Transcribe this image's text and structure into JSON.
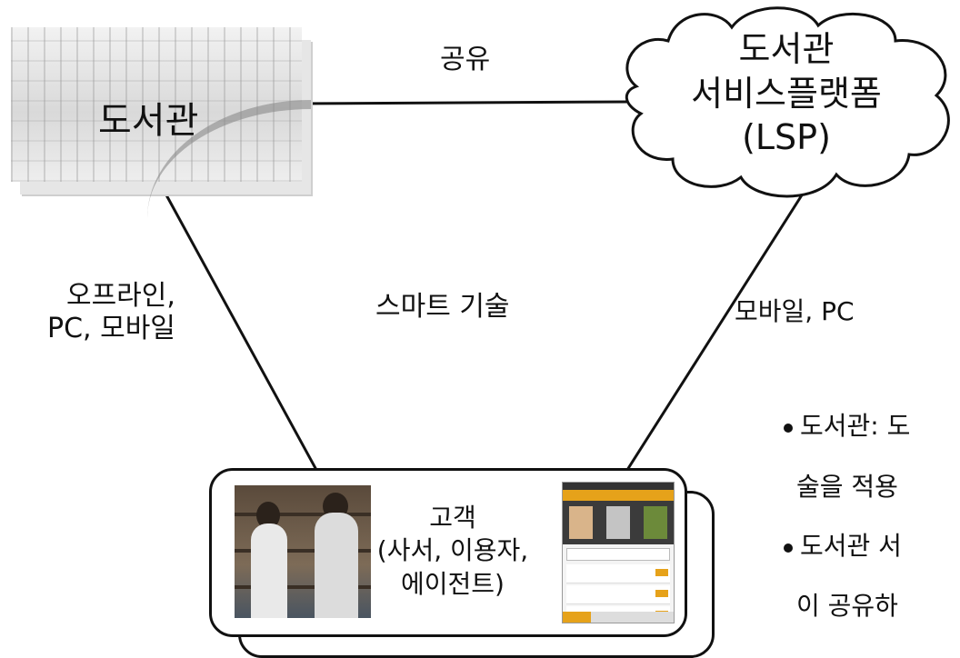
{
  "library": {
    "label": "도서관"
  },
  "platform": {
    "lines": [
      "도서관",
      "서비스플랫폼",
      "(LSP)"
    ]
  },
  "edges": {
    "share": "공유",
    "offline": [
      "오프라인,",
      "PC, 모바일"
    ],
    "mobile_pc": "모바일, PC",
    "center": "스마트 기술"
  },
  "customer": {
    "lines": [
      "고객",
      "(사서, 이용자,",
      "에이전트)"
    ]
  },
  "notes": [
    {
      "text": "도서관: 도"
    },
    {
      "text": "술을 적용"
    },
    {
      "text": "도서관 서"
    },
    {
      "text": "이 공유하"
    }
  ]
}
